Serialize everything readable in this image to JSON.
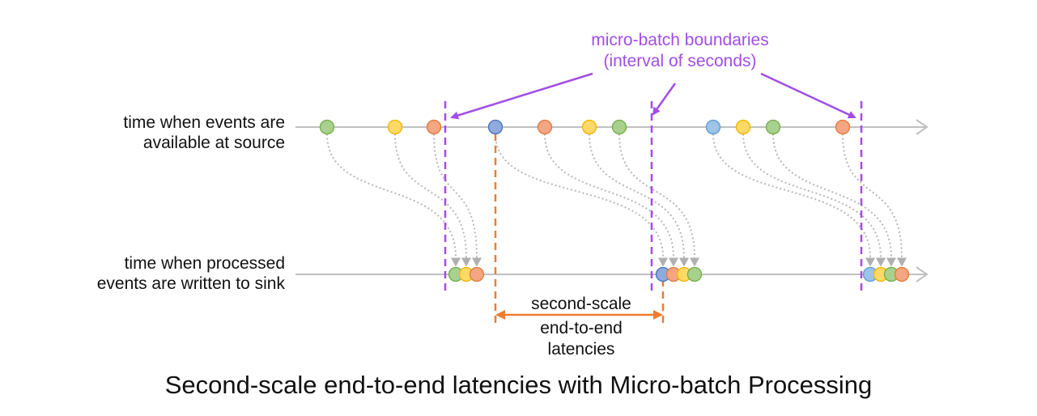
{
  "labels": {
    "source_line1": "time when events are",
    "source_line2": "available at source",
    "sink_line1": "time when processed",
    "sink_line2": "events are written to sink",
    "boundaries_line1": "micro-batch boundaries",
    "boundaries_line2": "(interval of seconds)",
    "latency_line1": "second-scale",
    "latency_line2": "end-to-end",
    "latency_line3": "latencies",
    "title": "Second-scale end-to-end latencies with Micro-batch Processing"
  },
  "colors": {
    "green": {
      "fill": "#a9d18e",
      "stroke": "#70ad47"
    },
    "yellow": {
      "fill": "#ffd966",
      "stroke": "#f4b400"
    },
    "orange": {
      "fill": "#f4a582",
      "stroke": "#e07b39"
    },
    "blue": {
      "fill": "#9dc3e6",
      "stroke": "#5b9bd5"
    },
    "darkblue": {
      "fill": "#8faadc",
      "stroke": "#4472c4"
    },
    "boundary": "#a24de6",
    "latency": "#ed7d31",
    "axis": "#c0c0c0",
    "connector": "#b8b8b8"
  },
  "batches": [
    {
      "events": [
        "green",
        "yellow",
        "orange"
      ],
      "sink_order": [
        "green",
        "yellow",
        "orange"
      ]
    },
    {
      "events": [
        "darkblue",
        "orange",
        "yellow",
        "green"
      ],
      "sink_order": [
        "darkblue",
        "orange",
        "yellow",
        "green"
      ]
    },
    {
      "events": [
        "blue",
        "yellow",
        "green",
        "orange"
      ],
      "sink_order": [
        "blue",
        "yellow",
        "green",
        "orange"
      ]
    }
  ]
}
